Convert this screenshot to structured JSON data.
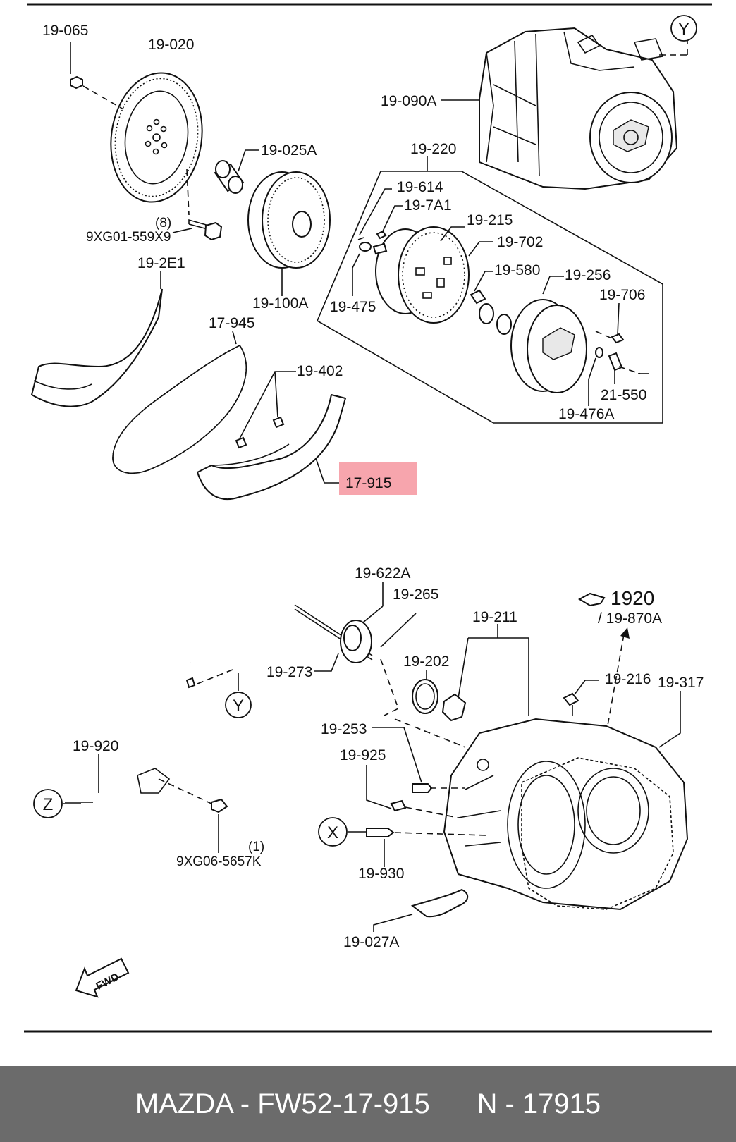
{
  "labels": {
    "p19065": "19-065",
    "p19020": "19-020",
    "p19025a": "19-025A",
    "p19100a": "19-100A",
    "p8": "(8)",
    "p9xg01": "9XG01-559X9",
    "p192e1": "19-2E1",
    "p17945": "17-945",
    "p19402": "19-402",
    "p17915": "17-915",
    "p19090a": "19-090A",
    "p19220": "19-220",
    "p19614": "19-614",
    "p197a1": "19-7A1",
    "p19215": "19-215",
    "p19702": "19-702",
    "p19580": "19-580",
    "p19256": "19-256",
    "p19706": "19-706",
    "p19475": "19-475",
    "p21550": "21-550",
    "p19476a": "19-476A",
    "p19622a": "19-622A",
    "p19265": "19-265",
    "p19273": "19-273",
    "p19211": "19-211",
    "p1920": "1920",
    "p19870a": "/ 19-870A",
    "p19202": "19-202",
    "p19216": "19-216",
    "p19317": "19-317",
    "p19253": "19-253",
    "p19925": "19-925",
    "p19920": "19-920",
    "p1": "(1)",
    "p9xg06": "9XG06-5657K",
    "p19930": "19-930",
    "p19027a": "19-027A",
    "refY": "Y",
    "refZ": "Z",
    "refX": "X",
    "fwd": "FWD"
  },
  "highlight_color": "#f7a5ad",
  "footer": {
    "part_number": "MAZDA - FW52-17-915",
    "short_number": "N - 17915"
  }
}
